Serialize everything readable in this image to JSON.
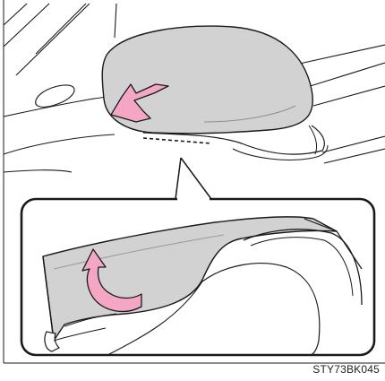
{
  "figure": {
    "reference_code": "STY73BK045"
  },
  "colors": {
    "line": "#1a1a1a",
    "cover_fill": "#d2d2d2",
    "cover_shadow": "#bdbdbd",
    "arrow_fill": "#f4a6c4",
    "arrow_stroke": "#1a1a1a",
    "inset_bg": "#ffffff"
  },
  "arrows": {
    "upper": {
      "direction": "slide-down-left",
      "icon": "pink-push-arrow"
    },
    "inset": {
      "direction": "curl-up",
      "icon": "pink-curved-arrow"
    }
  }
}
